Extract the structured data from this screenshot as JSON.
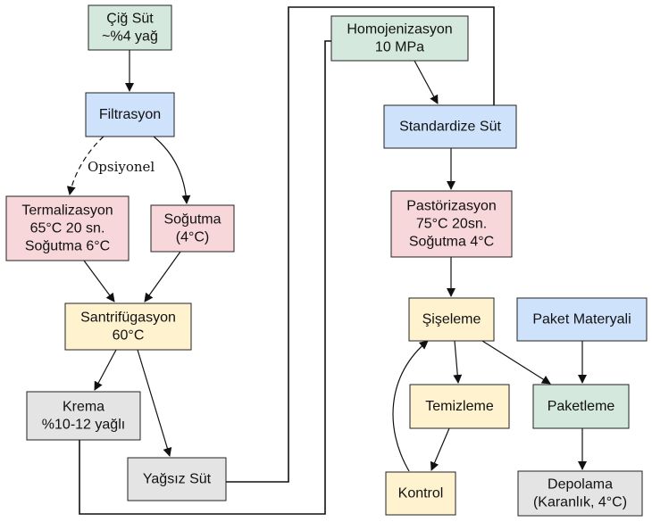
{
  "colors": {
    "green": "#d4e8dd",
    "blue": "#cfe2fb",
    "pink": "#f7d7da",
    "yellow": "#fff2cf",
    "gray": "#e4e4e4",
    "stroke": "#222222"
  },
  "nodes": {
    "cig_sut": {
      "lines": [
        "Çiğ Süt",
        "~%4 yağ"
      ]
    },
    "filtrasyon": {
      "lines": [
        "Filtrasyon"
      ]
    },
    "termalizasyon": {
      "lines": [
        "Termalizasyon",
        "65°C 20 sn.",
        "Soğutma 6°C"
      ]
    },
    "sogutma": {
      "lines": [
        "Soğutma",
        "(4°C)"
      ]
    },
    "santrifugasyon": {
      "lines": [
        "Santrifügasyon",
        "60°C"
      ]
    },
    "krema": {
      "lines": [
        "Krema",
        "%10-12 yağlı"
      ]
    },
    "yagsiz_sut": {
      "lines": [
        "Yağsız Süt"
      ]
    },
    "homojenizasyon": {
      "lines": [
        "Homojenizasyon",
        "10 MPa"
      ]
    },
    "standardize_sut": {
      "lines": [
        "Standardize Süt"
      ]
    },
    "pastorizasyon": {
      "lines": [
        "Pastörizasyon",
        "75°C  20sn.",
        "Soğutma 4°C"
      ]
    },
    "siseleme": {
      "lines": [
        "Şişeleme"
      ]
    },
    "temizleme": {
      "lines": [
        "Temizleme"
      ]
    },
    "kontrol": {
      "lines": [
        "Kontrol"
      ]
    },
    "paket_materyali": {
      "lines": [
        "Paket Materyali"
      ]
    },
    "paketleme": {
      "lines": [
        "Paketleme"
      ]
    },
    "depolama": {
      "lines": [
        "Depolama",
        "(Karanlık, 4°C)"
      ]
    }
  },
  "edge_labels": {
    "opsiyonel": "Opsiyonel"
  }
}
